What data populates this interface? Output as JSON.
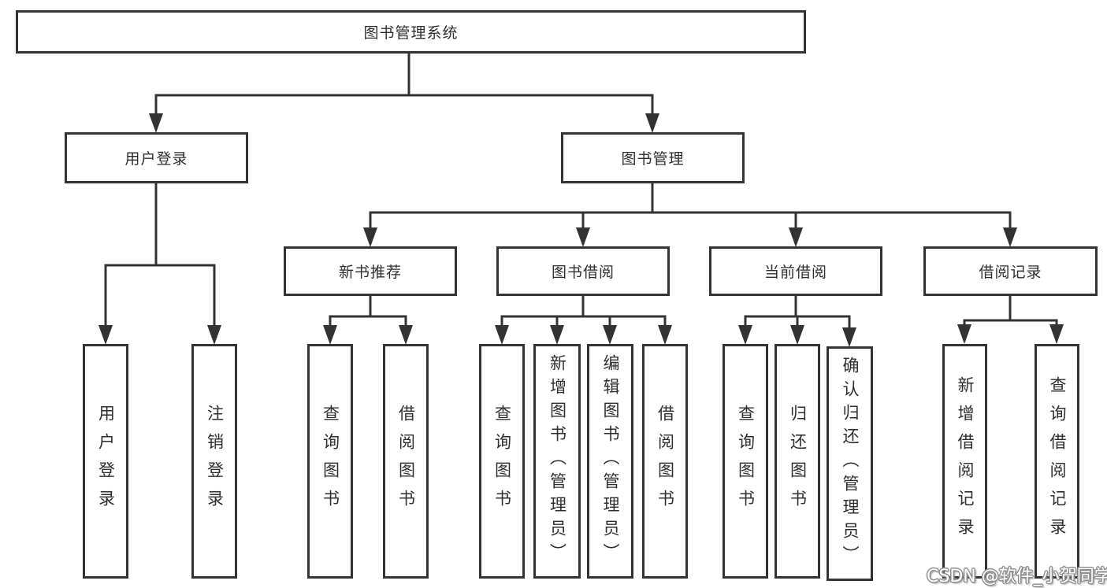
{
  "tree": {
    "root": {
      "label": "图书管理系统"
    },
    "branches": [
      {
        "label": "用户登录",
        "children": [
          {
            "label": "用户登录"
          },
          {
            "label": "注销登录"
          }
        ]
      },
      {
        "label": "图书管理",
        "children": [
          {
            "label": "新书推荐",
            "children": [
              {
                "label": "查询图书"
              },
              {
                "label": "借阅图书"
              }
            ]
          },
          {
            "label": "图书借阅",
            "children": [
              {
                "label": "查询图书"
              },
              {
                "label": "新增图书（管理员）"
              },
              {
                "label": "编辑图书（管理员）"
              },
              {
                "label": "借阅图书"
              }
            ]
          },
          {
            "label": "当前借阅",
            "children": [
              {
                "label": "查询图书"
              },
              {
                "label": "归还图书"
              },
              {
                "label": "确认归还（管理员）"
              }
            ]
          },
          {
            "label": "借阅记录",
            "children": [
              {
                "label": "新增借阅记录"
              },
              {
                "label": "查询借阅记录"
              }
            ]
          }
        ]
      }
    ]
  },
  "watermark": "CSDN @软件_小贺同学",
  "colors": {
    "line": "#333333",
    "text": "#2e2e2e",
    "background": "#ffffff",
    "watermark_fill": "#ffffff",
    "watermark_outline": "#8f8f8f"
  }
}
